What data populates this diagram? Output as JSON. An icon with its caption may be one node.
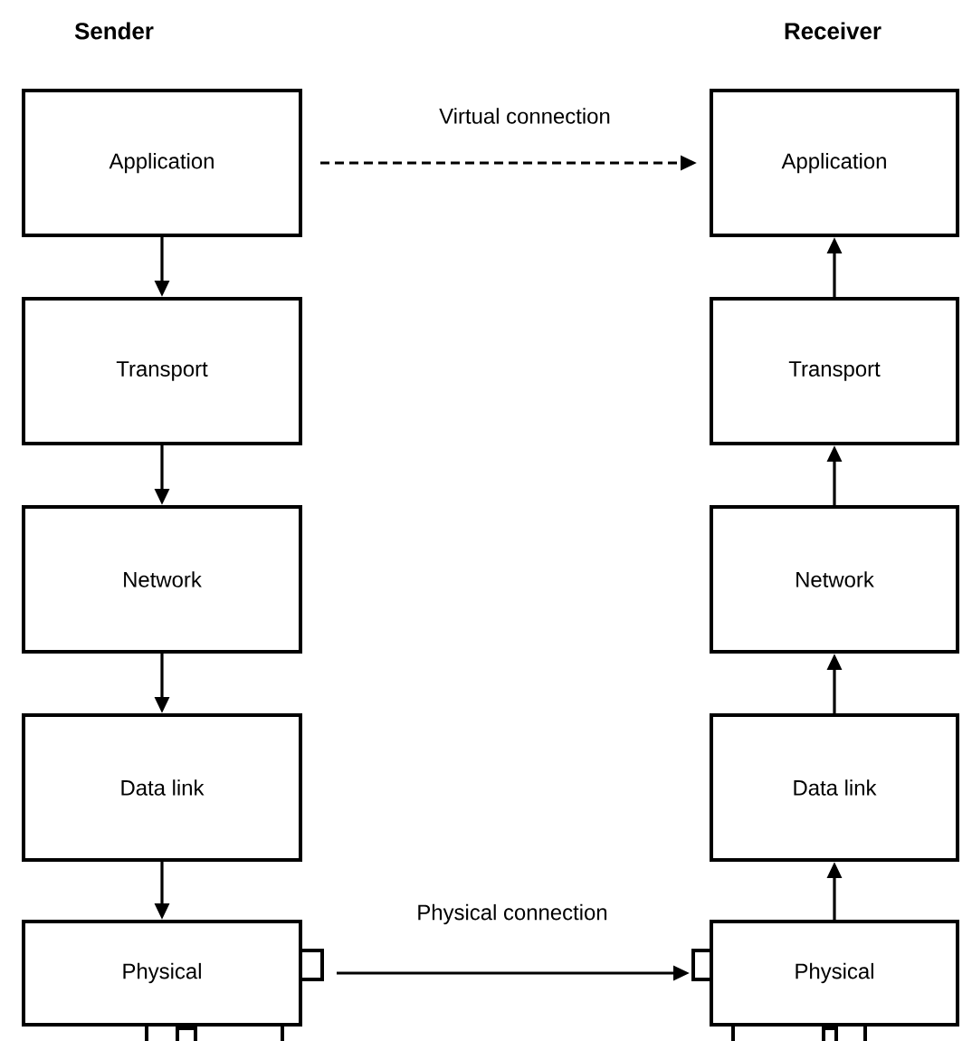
{
  "diagram": {
    "nodes": [
      {
        "text": [
          "Application"
        ]
      },
      {
        "text": [
          "Transport"
        ]
      },
      {
        "text": [
          "Network"
        ]
      },
      {
        "text": [
          "Data link"
        ]
      },
      {
        "text": [
          "Physical"
        ]
      },
      {
        "text": [
          "Application"
        ]
      },
      {
        "text": [
          "Transport"
        ]
      },
      {
        "text": [
          "Network"
        ]
      },
      {
        "text": [
          "Data link"
        ]
      },
      {
        "text": [
          "Physical"
        ]
      }
    ],
    "edges": [
      {
        "from": 0,
        "to": 1,
        "arrow": "to"
      },
      {
        "from": 1,
        "to": 2,
        "arrow": "to"
      },
      {
        "from": 2,
        "to": 3,
        "arrow": "to"
      },
      {
        "from": 3,
        "to": 4,
        "arrow": "to"
      },
      {
        "from": 9,
        "to": 8,
        "arrow": "to"
      },
      {
        "from": 8,
        "to": 7,
        "arrow": "to"
      },
      {
        "from": 7,
        "to": 6,
        "arrow": "to"
      },
      {
        "from": 6,
        "to": 5,
        "arrow": "to"
      },
      {
        "from": 0,
        "to": 5,
        "arrow": "to",
        "style": "dashed",
        "label": "Virtual connection"
      },
      {
        "from": 4,
        "to": 9,
        "arrow": "to",
        "label": "Physical connection"
      }
    ],
    "labels": [
      "Sender",
      "Receiver"
    ]
  }
}
